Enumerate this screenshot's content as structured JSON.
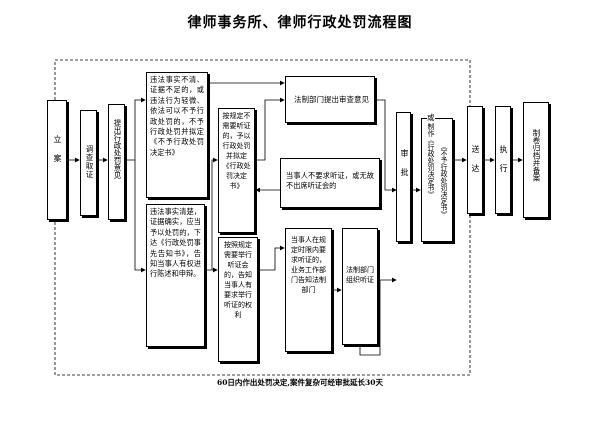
{
  "diagram": {
    "title": "律师事务所、律师行政处罚流程图",
    "nodes": {
      "filing": "立 案",
      "investigate": "调查取证",
      "propose": "提出行政处罚意见",
      "no_penalty": "违法事实不清、证据不足的，或违法行为轻微、依法可以不予行政处罚的，不予行政处罚并拟定《不予行政处罚决定书》",
      "penalty": "违法事实清楚，证据确实，应当予以处罚的，下达《行政处罚事先告知书》，告知当事人有权进行陈述和申辩。",
      "no_hearing_rule": "按规定不需要听证的，予以行政处罚并拟定《行政处罚决定书》",
      "hearing_rule": "按照规定需要举行听证会的，告知当事人有要求举行听证的权利",
      "legal_review": "法制部门提出审查意见",
      "no_request": "当事人不要求听证，或无故不出席听证会的",
      "party_request": "当事人在规定时限内要求听证的，业务工作部门告知法制部门",
      "legal_hearing": "法制部门组织听证",
      "approval": "审 批",
      "decision_or": "或",
      "decision_penalty": "制作《行政处罚决定书》",
      "decision_no_penalty": "《不予行政处罚决定书》",
      "deliver": "送 达",
      "execute": "执 行",
      "archive": "制卷归档并备案"
    },
    "footer": "60日内作出处罚决定,案件复杂可经审批延长30天"
  }
}
